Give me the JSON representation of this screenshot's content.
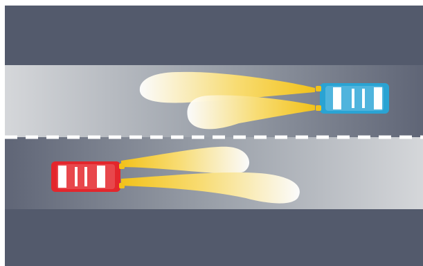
{
  "scene": {
    "description_visible_text": "",
    "colors": {
      "background": "#ffffff",
      "verge": "#535a6c",
      "road_light": "#c7cacf",
      "road_dark": "#6a7080",
      "lane_marking": "#ffffff",
      "headlight_core": "#f2c21b",
      "headlight_glow": "#fdf3c8",
      "blue_car": "#2aa3d3",
      "red_car": "#e3262c"
    },
    "vehicles": [
      {
        "name": "blue-car",
        "direction": "left",
        "lane": "upper"
      },
      {
        "name": "red-car",
        "direction": "right",
        "lane": "lower"
      }
    ]
  }
}
